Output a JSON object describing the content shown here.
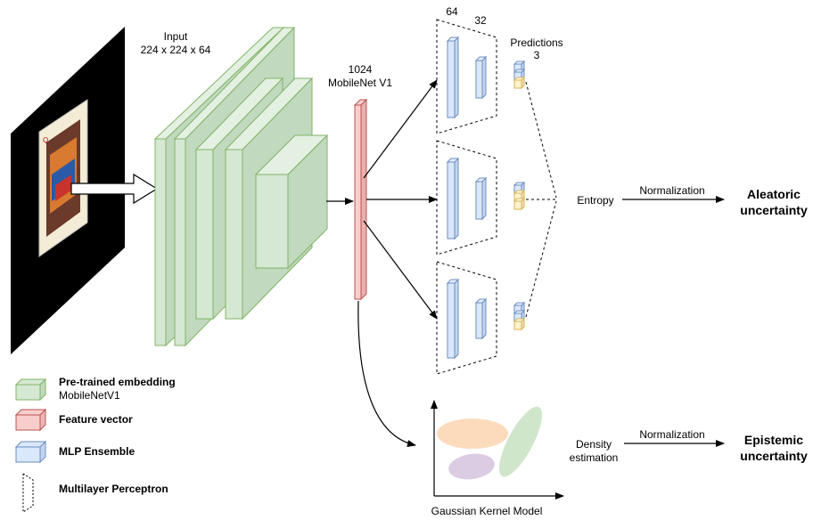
{
  "input": {
    "title": "Input",
    "dims": "224 x 224 x 64"
  },
  "feature": {
    "size": "1024",
    "name": "MobileNet V1"
  },
  "mlp": {
    "layer1": "64",
    "layer2": "32"
  },
  "predictions": {
    "title": "Predictions",
    "count": "3"
  },
  "entropy": "Entropy",
  "normalization_top": "Normalization",
  "normalization_bottom": "Normalization",
  "aleatoric": {
    "line1": "Aleatoric",
    "line2": "uncertainty"
  },
  "density": {
    "line1": "Density",
    "line2": "estimation"
  },
  "epistemic": {
    "line1": "Epistemic",
    "line2": "uncertainty"
  },
  "gaussian": "Gaussian Kernel Model",
  "legend": {
    "pretrained": "Pre-trained embedding",
    "pretrained_sub": "MobileNetV1",
    "feature_vector": "Feature vector",
    "mlp_ensemble": "MLP Ensemble",
    "perceptron": "Multilayer Perceptron"
  },
  "colors": {
    "green_fill": "#d5e8d4",
    "green_stroke": "#82b366",
    "red_fill": "#f8cecc",
    "red_stroke": "#b85450",
    "blue_fill": "#dae8fc",
    "blue_stroke": "#6c8ebf",
    "yellow_fill": "#fff2cc",
    "yellow_stroke": "#d6b656",
    "ellipse_orange": "#fbd5b0",
    "ellipse_green": "#c8e2c2",
    "ellipse_purple": "#d7c5e0"
  }
}
